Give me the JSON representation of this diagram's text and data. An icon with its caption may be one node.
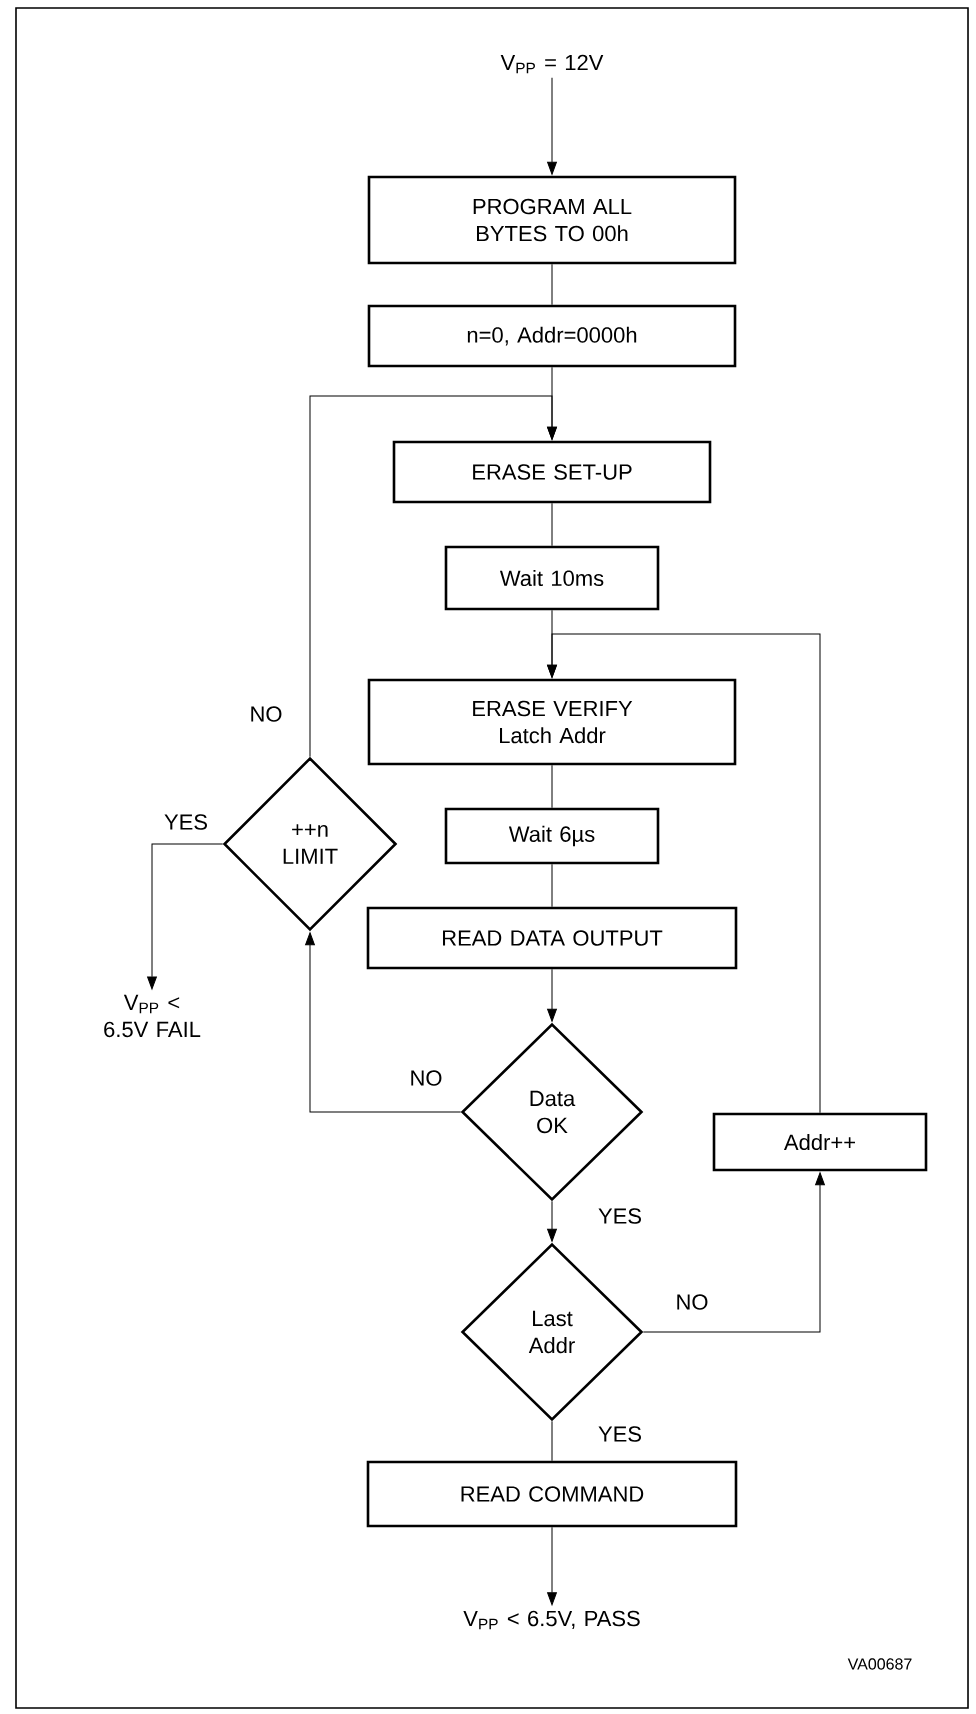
{
  "diagram": {
    "nodes": [
      {
        "text": [
          "V$_{PP}$ = 12V"
        ]
      },
      {
        "text": [
          "PROGRAM ALL BYTES TO 00h"
        ]
      },
      {
        "text": [
          "n=0, Addr=0000h"
        ]
      },
      {
        "text": [
          "ERASE SET-UP"
        ]
      },
      {
        "text": [
          "Wait 10ms"
        ]
      },
      {
        "text": [
          "ERASE VERIFY Latch Addr"
        ]
      },
      {
        "text": [
          "++n LIMIT"
        ]
      },
      {
        "text": [
          "Wait 6µs"
        ]
      },
      {
        "text": [
          "READ DATA OUTPUT"
        ]
      },
      {
        "text": [
          "V$_{PP}$ < 6.5V FAIL"
        ]
      },
      {
        "text": [
          "Data OK"
        ]
      },
      {
        "text": [
          "Addr++"
        ]
      },
      {
        "text": [
          "Last Addr"
        ]
      },
      {
        "text": [
          "READ COMMAND"
        ]
      },
      {
        "text": [
          "V$_{PP}$ < 6.5V, PASS"
        ]
      }
    ],
    "edges": [
      {
        "from": 0,
        "to": 1,
        "arrow": "to"
      },
      {
        "from": 1,
        "to": 2,
        "arrow": "none"
      },
      {
        "from": 2,
        "to": 3,
        "arrow": "to"
      },
      {
        "from": 3,
        "to": 4,
        "arrow": "none"
      },
      {
        "from": 4,
        "to": 5,
        "arrow": "to"
      },
      {
        "from": 5,
        "to": 7,
        "arrow": "none"
      },
      {
        "from": 7,
        "to": 8,
        "arrow": "none"
      },
      {
        "from": 8,
        "to": 10,
        "arrow": "to"
      },
      {
        "from": 10,
        "to": 6,
        "arrow": "to",
        "label": "NO"
      },
      {
        "from": 6,
        "to": 3,
        "arrow": "to",
        "label": "NO"
      },
      {
        "from": 6,
        "to": 9,
        "arrow": "to",
        "label": "YES"
      },
      {
        "from": 10,
        "to": 12,
        "arrow": "to",
        "label": "YES"
      },
      {
        "from": 12,
        "to": 11,
        "arrow": "to",
        "label": "NO"
      },
      {
        "from": 11,
        "to": 5,
        "arrow": "to"
      },
      {
        "from": 12,
        "to": 13,
        "arrow": "none",
        "label": "YES"
      },
      {
        "from": 13,
        "to": 14,
        "arrow": "to"
      }
    ],
    "labels": [
      "VA00687"
    ]
  }
}
